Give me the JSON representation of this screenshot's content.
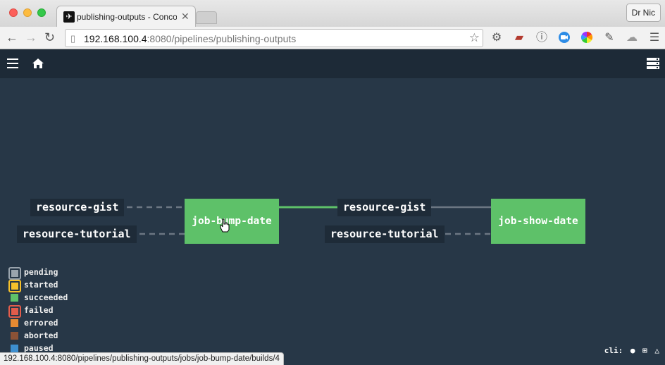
{
  "browser": {
    "tab_title": "publishing-outputs - Conco",
    "tab_close": "✕",
    "profile": "Dr Nic",
    "url_host": "192.168.100.4",
    "url_path": ":8080/pipelines/publishing-outputs",
    "status_url": "192.168.100.4:8080/pipelines/publishing-outputs/jobs/job-bump-date/builds/4"
  },
  "pipeline": {
    "inputs_left": [
      "resource-gist",
      "resource-tutorial"
    ],
    "job_left": "job-bump-date",
    "inputs_right": [
      "resource-gist",
      "resource-tutorial"
    ],
    "job_right": "job-show-date"
  },
  "legend": [
    {
      "label": "pending",
      "color": "#9aa4ad",
      "boxed": true
    },
    {
      "label": "started",
      "color": "#f5c02b",
      "boxed": true
    },
    {
      "label": "succeeded",
      "color": "#5ec169",
      "boxed": false
    },
    {
      "label": "failed",
      "color": "#e25c4b",
      "boxed": true
    },
    {
      "label": "errored",
      "color": "#e68a32",
      "boxed": false
    },
    {
      "label": "aborted",
      "color": "#8b5236",
      "boxed": false
    },
    {
      "label": "paused",
      "color": "#3d8fd0",
      "boxed": false
    }
  ],
  "cli_label": "cli:",
  "colors": {
    "background": "#273747",
    "topbar": "#1d2a37",
    "job_succeeded": "#5ec169",
    "edge": "#6b7682"
  }
}
